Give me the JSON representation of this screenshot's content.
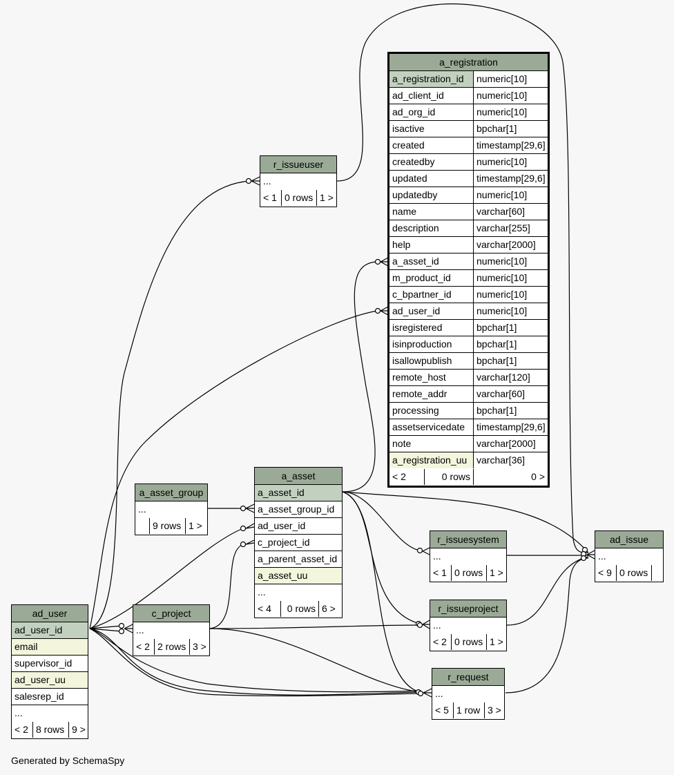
{
  "footer": "Generated by SchemaSpy",
  "tables": {
    "a_registration": {
      "name": "a_registration",
      "columns": [
        {
          "name": "a_registration_id",
          "type": "numeric[10]"
        },
        {
          "name": "ad_client_id",
          "type": "numeric[10]"
        },
        {
          "name": "ad_org_id",
          "type": "numeric[10]"
        },
        {
          "name": "isactive",
          "type": "bpchar[1]"
        },
        {
          "name": "created",
          "type": "timestamp[29,6]"
        },
        {
          "name": "createdby",
          "type": "numeric[10]"
        },
        {
          "name": "updated",
          "type": "timestamp[29,6]"
        },
        {
          "name": "updatedby",
          "type": "numeric[10]"
        },
        {
          "name": "name",
          "type": "varchar[60]"
        },
        {
          "name": "description",
          "type": "varchar[255]"
        },
        {
          "name": "help",
          "type": "varchar[2000]"
        },
        {
          "name": "a_asset_id",
          "type": "numeric[10]"
        },
        {
          "name": "m_product_id",
          "type": "numeric[10]"
        },
        {
          "name": "c_bpartner_id",
          "type": "numeric[10]"
        },
        {
          "name": "ad_user_id",
          "type": "numeric[10]"
        },
        {
          "name": "isregistered",
          "type": "bpchar[1]"
        },
        {
          "name": "isinproduction",
          "type": "bpchar[1]"
        },
        {
          "name": "isallowpublish",
          "type": "bpchar[1]"
        },
        {
          "name": "remote_host",
          "type": "varchar[120]"
        },
        {
          "name": "remote_addr",
          "type": "varchar[60]"
        },
        {
          "name": "processing",
          "type": "bpchar[1]"
        },
        {
          "name": "assetservicedate",
          "type": "timestamp[29,6]"
        },
        {
          "name": "note",
          "type": "varchar[2000]"
        },
        {
          "name": "a_registration_uu",
          "type": "varchar[36]"
        }
      ],
      "footer": {
        "parents": "< 2",
        "rows": "0 rows",
        "children": "0 >"
      }
    },
    "r_issueuser": {
      "name": "r_issueuser",
      "columns": [
        "..."
      ],
      "footer": {
        "parents": "< 1",
        "rows": "0 rows",
        "children": "1 >"
      }
    },
    "a_asset": {
      "name": "a_asset",
      "columns": [
        "a_asset_id",
        "a_asset_group_id",
        "ad_user_id",
        "c_project_id",
        "a_parent_asset_id",
        "a_asset_uu",
        "..."
      ],
      "footer": {
        "parents": "< 4",
        "rows": "0 rows",
        "children": "6 >"
      }
    },
    "a_asset_group": {
      "name": "a_asset_group",
      "columns": [
        "..."
      ],
      "footer": {
        "parents": "",
        "rows": "9 rows",
        "children": "1 >"
      }
    },
    "ad_user": {
      "name": "ad_user",
      "columns": [
        "ad_user_id",
        "email",
        "supervisor_id",
        "ad_user_uu",
        "salesrep_id",
        "..."
      ],
      "footer": {
        "parents": "< 2",
        "rows": "8 rows",
        "children": "9 >"
      }
    },
    "c_project": {
      "name": "c_project",
      "columns": [
        "..."
      ],
      "footer": {
        "parents": "< 2",
        "rows": "2 rows",
        "children": "3 >"
      }
    },
    "r_issuesystem": {
      "name": "r_issuesystem",
      "columns": [
        "..."
      ],
      "footer": {
        "parents": "< 1",
        "rows": "0 rows",
        "children": "1 >"
      }
    },
    "r_issueproject": {
      "name": "r_issueproject",
      "columns": [
        "..."
      ],
      "footer": {
        "parents": "< 2",
        "rows": "0 rows",
        "children": "1 >"
      }
    },
    "r_request": {
      "name": "r_request",
      "columns": [
        "..."
      ],
      "footer": {
        "parents": "< 5",
        "rows": "1 row",
        "children": "3 >"
      }
    },
    "ad_issue": {
      "name": "ad_issue",
      "columns": [
        "..."
      ],
      "footer": {
        "parents": "< 9",
        "rows": "0 rows",
        "children": ""
      }
    }
  }
}
